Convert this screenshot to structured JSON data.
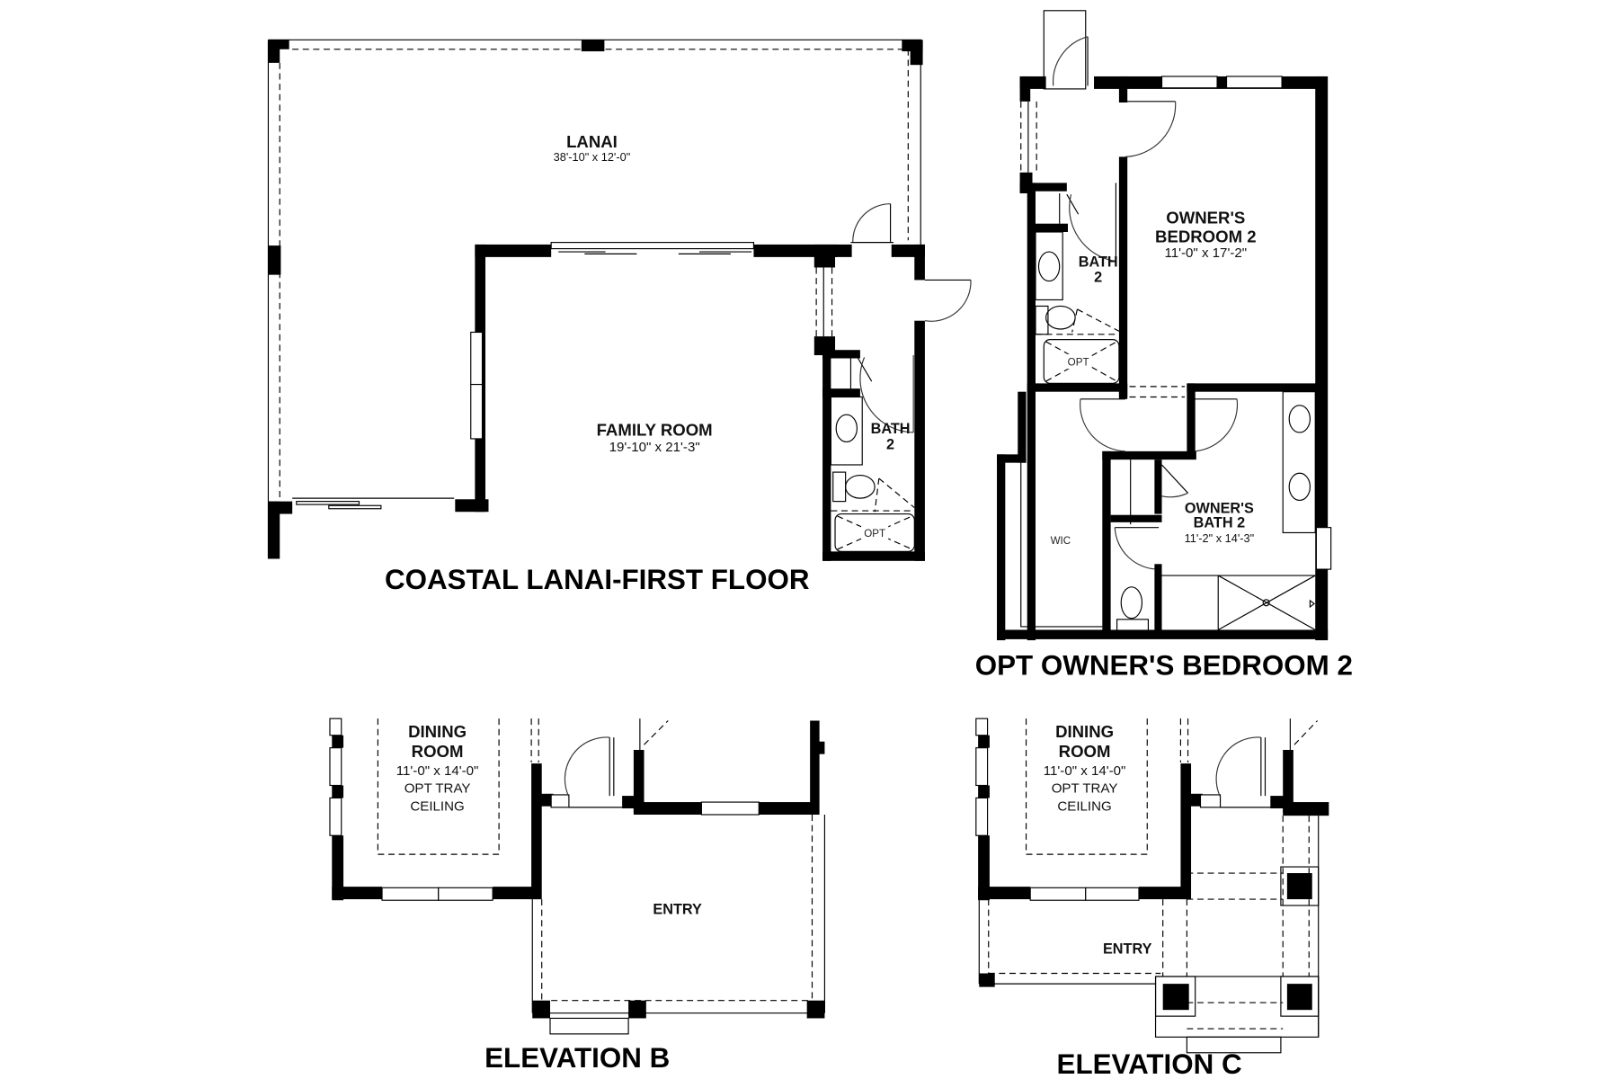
{
  "plans": {
    "first_floor": {
      "title": "COASTAL LANAI-FIRST FLOOR",
      "rooms": {
        "lanai": {
          "name": "LANAI",
          "dim": "38'-10\" x 12'-0\""
        },
        "family_room": {
          "name": "FAMILY ROOM",
          "dim": "19'-10\" x 21'-3\""
        },
        "bath2": {
          "name_line1": "BATH",
          "name_line2": "2",
          "tub_label": "OPT"
        }
      }
    },
    "opt_owners_bedroom": {
      "title": "OPT OWNER'S BEDROOM 2",
      "rooms": {
        "bath2": {
          "name_line1": "BATH",
          "name_line2": "2",
          "tub_label": "OPT"
        },
        "owners_bedroom": {
          "name_line1": "OWNER'S",
          "name_line2": "BEDROOM 2",
          "dim": "11'-0\" x 17'-2\""
        },
        "wic": {
          "name": "WIC"
        },
        "owners_bath": {
          "name_line1": "OWNER'S",
          "name_line2": "BATH 2",
          "dim": "11'-2\" x 14'-3\""
        }
      }
    },
    "elevation_b": {
      "title": "ELEVATION B",
      "rooms": {
        "dining": {
          "line1": "DINING",
          "line2": "ROOM",
          "line3": "11'-0\" x 14'-0\"",
          "line4": "OPT TRAY",
          "line5": "CEILING"
        },
        "entry": {
          "name": "ENTRY"
        }
      }
    },
    "elevation_c": {
      "title": "ELEVATION C",
      "rooms": {
        "dining": {
          "line1": "DINING",
          "line2": "ROOM",
          "line3": "11'-0\" x 14'-0\"",
          "line4": "OPT TRAY",
          "line5": "CEILING"
        },
        "entry": {
          "name": "ENTRY"
        }
      }
    }
  },
  "colors": {
    "wall": "#000000",
    "background": "#ffffff"
  }
}
